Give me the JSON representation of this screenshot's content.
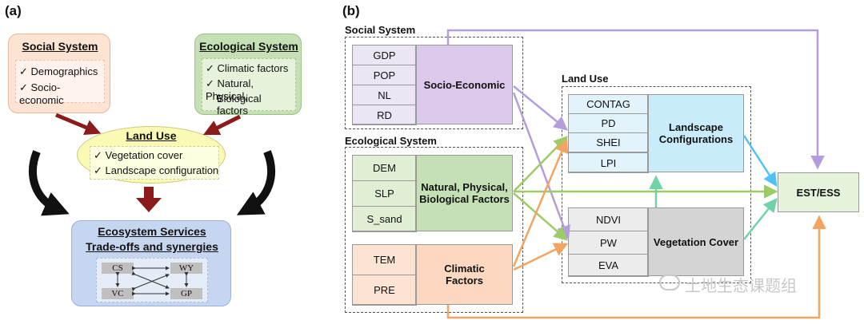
{
  "panel_a": {
    "label": "(a)",
    "social": {
      "title": "Social System",
      "items": [
        "✓ Demographics",
        "✓ Socio-economic"
      ]
    },
    "ecological": {
      "title": "Ecological System",
      "items": [
        "✓ Climatic factors",
        "✓ Natural, Physical,",
        "Biological factors"
      ]
    },
    "landuse": {
      "title": "Land Use",
      "items": [
        "✓ Vegetation cover",
        "✓ Landscape configuration"
      ]
    },
    "ecosystem": {
      "title": "Ecosystem Services",
      "subtitle": "Trade-offs and synergies",
      "nodes": [
        "CS",
        "WY",
        "VC",
        "GP"
      ]
    }
  },
  "panel_b": {
    "label": "(b)",
    "social_group": "Social System",
    "ecological_group": "Ecological System",
    "landuse_group": "Land Use",
    "socio_vars": [
      "GDP",
      "POP",
      "NL",
      "RD"
    ],
    "socio_label": "Socio-Economic",
    "natural_vars": [
      "DEM",
      "SLP",
      "S_sand"
    ],
    "natural_label": [
      "Natural, Physical,",
      "Biological Factors"
    ],
    "climatic_vars": [
      "TEM",
      "PRE"
    ],
    "climatic_label": [
      "Climatic",
      "Factors"
    ],
    "landscape_vars": [
      "CONTAG",
      "PD",
      "SHEI",
      "LPI"
    ],
    "landscape_label": [
      "Landscape",
      "Configurations"
    ],
    "vegetation_vars": [
      "NDVI",
      "PW",
      "EVA"
    ],
    "vegetation_label": "Vegetation Cover",
    "target": "EST/ESS",
    "colors": {
      "purple": "#b39ddb",
      "green": "#9ccc65",
      "orange": "#f4a460",
      "blue": "#4fc3f7",
      "teal": "#6fd3a8",
      "darkred": "#8b1a1a"
    }
  },
  "watermark": "土地生态课题组"
}
